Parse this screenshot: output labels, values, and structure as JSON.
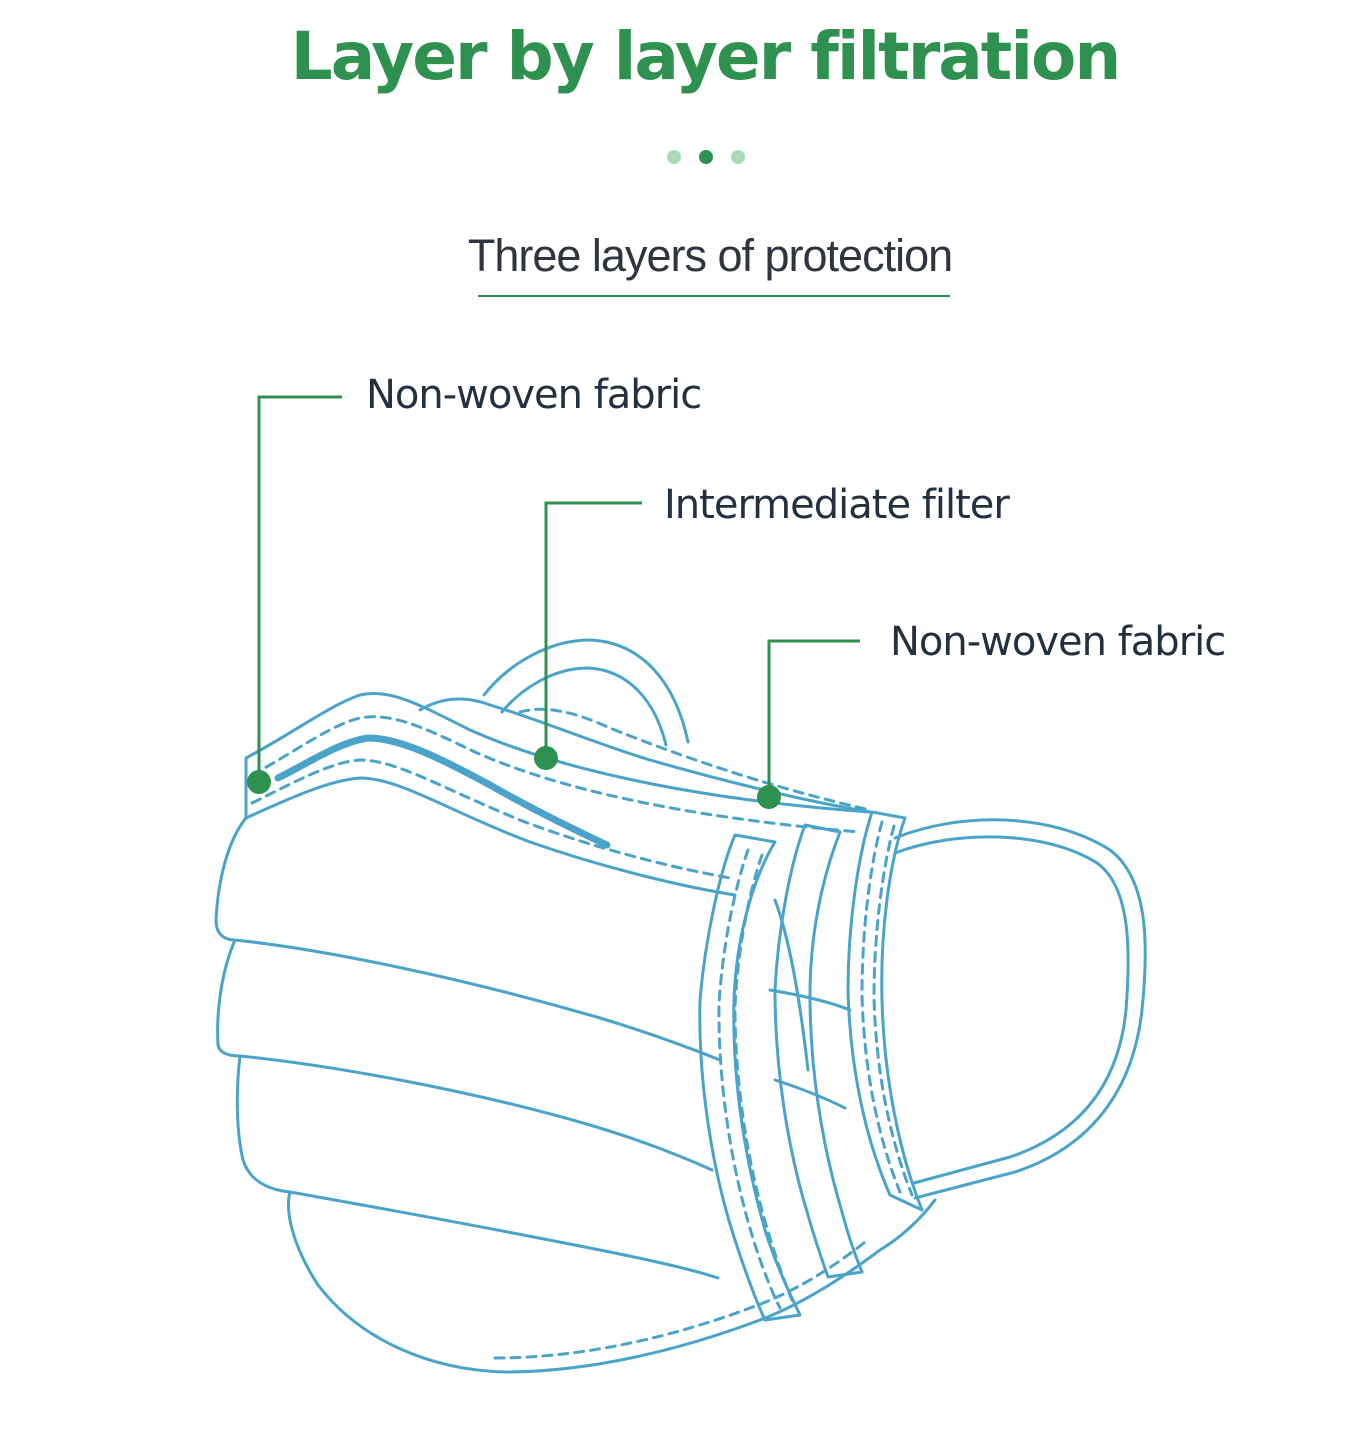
{
  "header": {
    "title": "Layer by layer filtration",
    "subtitle": "Three layers of protection"
  },
  "pager": {
    "total": 3,
    "active_index": 1
  },
  "callouts": [
    {
      "label": "Non-woven fabric"
    },
    {
      "label": "Intermediate filter"
    },
    {
      "label": "Non-woven fabric"
    }
  ],
  "colors": {
    "accent_green": "#2e9150",
    "light_green": "#a8dcb8",
    "mask_outline": "#4aa3c8",
    "label_text": "#243040"
  }
}
